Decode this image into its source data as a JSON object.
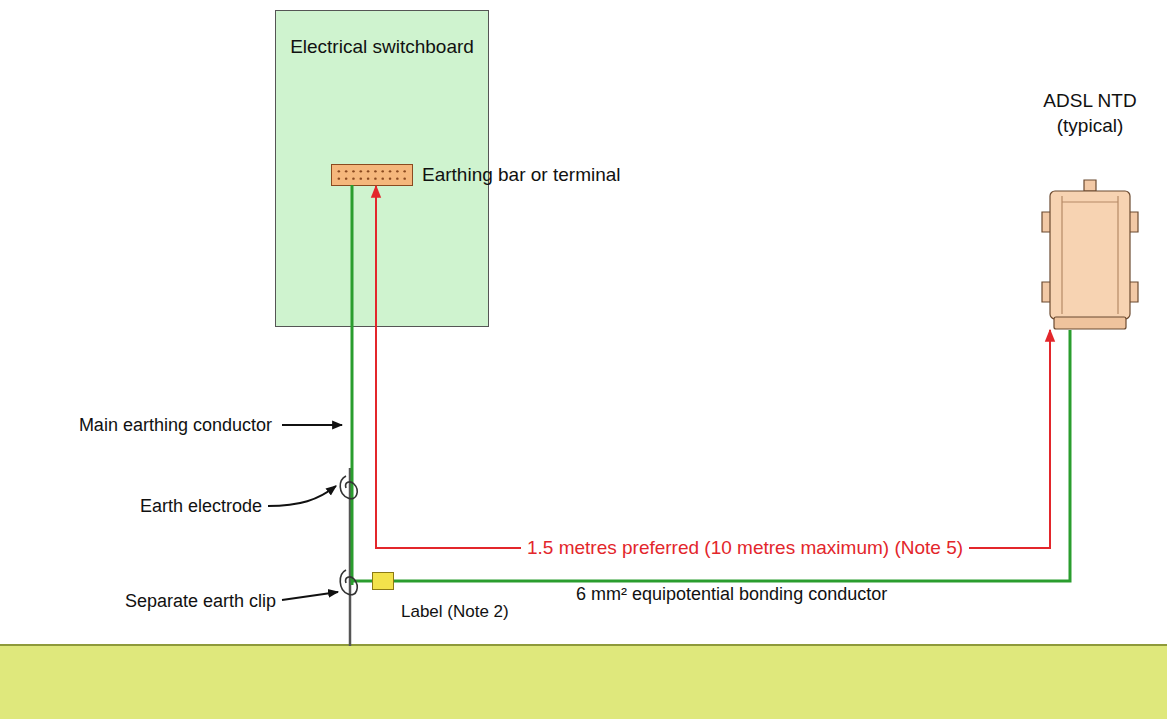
{
  "diagram": {
    "nodes": [
      {
        "text": [
          "Electrical switchboard"
        ]
      },
      {
        "text": [
          "Earthing bar or terminal"
        ],
        "in": 0
      },
      {
        "text": [
          "ADSL NTD (typical)"
        ]
      },
      {
        "text": [
          "Label (Note 2)"
        ]
      }
    ],
    "edges": [
      {
        "from": 3,
        "to": 2,
        "arrow": "none",
        "label": "6 mm² equipotential bonding conductor"
      },
      {
        "from": 1,
        "to": 2,
        "arrow": "both",
        "label": "1.5 metres preferred (10 metres maximum) (Note 5)"
      }
    ],
    "labels": [
      "Main earthing conductor",
      "Earth electrode",
      "Separate earth clip"
    ]
  }
}
